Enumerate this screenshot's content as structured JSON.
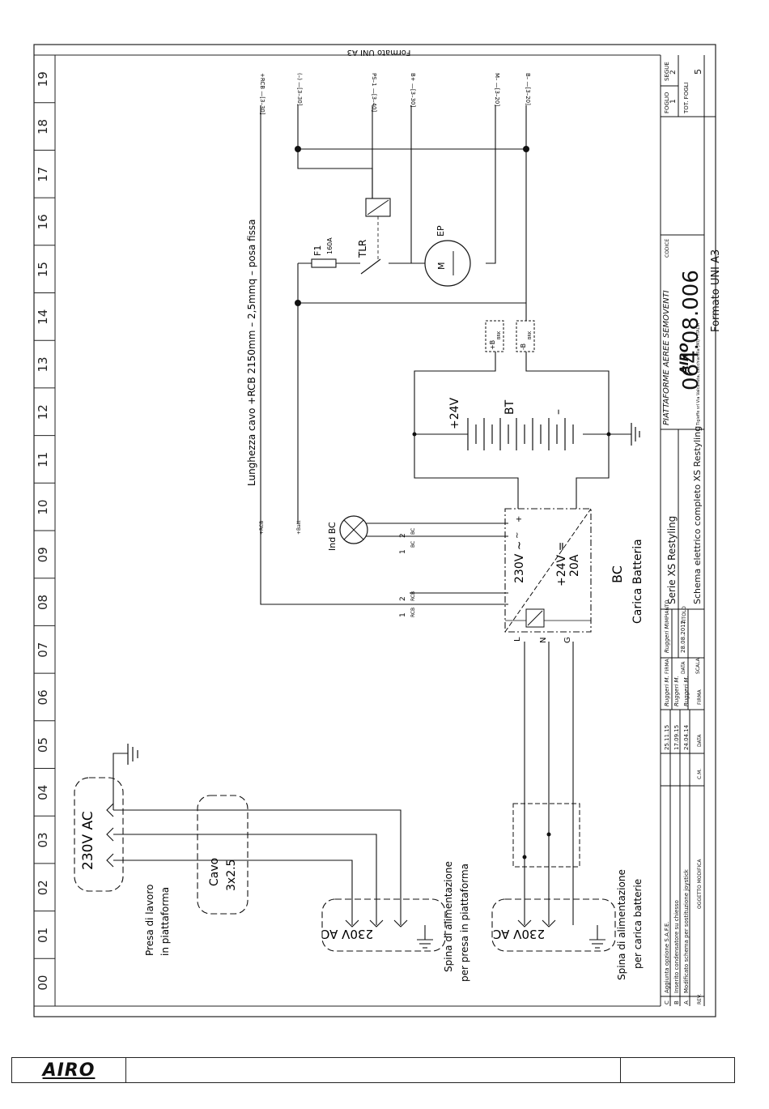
{
  "header": {
    "format_top": "Formato UNI A3"
  },
  "grid": {
    "numbers": [
      "19",
      "18",
      "17",
      "16",
      "15",
      "14",
      "13",
      "12",
      "11",
      "10",
      "09",
      "08",
      "07",
      "06",
      "05",
      "04",
      "03",
      "02",
      "01",
      "00"
    ]
  },
  "terminals": {
    "rcb": "+RCB —[3–30]",
    "neg": "(–) —[3–30]",
    "ps": "PS–1 —[3–40]",
    "bplus": "B+ —[3–30]",
    "mminus": "M– —[3–20]",
    "bminus": "B– —[3–20]"
  },
  "cable_note": "Lunghezza cavo +RCB 2150mm – 2,5mmq – posa fissa",
  "components": {
    "fuse": "F1",
    "fuse_rating": "160A",
    "tlr": "TLR",
    "ep": "EP",
    "motor": "M",
    "batt_plus": "+B",
    "batt_minus": "-B",
    "brk": "BRK",
    "battery_voltage": "+24V",
    "battery": "BT",
    "battery_minus": "–",
    "charger_in": "230V ~",
    "charger_out": "+24V =",
    "charger_amp": "20A",
    "charger_plus": "+",
    "charger_tilde": "~",
    "charger_gnd": "⏚",
    "charger": "BC",
    "charger_desc": "Carica Batteria",
    "ind": "Ind BC",
    "wire_rcb": "+RCB",
    "wire_batt": "+Batt",
    "pin1": "1",
    "pin2": "2",
    "bc": "BC",
    "rcb": "RCB",
    "L": "L",
    "N": "N",
    "G": "G"
  },
  "sources": {
    "vac_top": "230V AC",
    "presa_line1": "Presa di lavoro",
    "presa_line2": "in piattaforma",
    "cavo_line1": "Cavo",
    "cavo_line2": "3x2.5",
    "plug_label": "230V AC",
    "spina1_line1": "Spina di alimentazione",
    "spina1_line2": "per presa in piattaforma",
    "spina2_line1": "Spina di alimentazione",
    "spina2_line2": "per carica batterie"
  },
  "revisions": [
    {
      "rev": "C",
      "desc": "Aggiunta opzione S.A.F.E.",
      "date": "25.11.15",
      "firma": "Ruggeri M."
    },
    {
      "rev": "B",
      "desc": "Inserito condensatore su chiesso",
      "date": "17.09.15",
      "firma": "Ruggeri M."
    },
    {
      "rev": "A",
      "desc": "Modificato schema per sostituzione joystick",
      "date": "24.04.14",
      "firma": "Ruggeri M."
    }
  ],
  "rev_headers": {
    "rev": "REV.",
    "desc": "OGGETTO MODIFICA",
    "cm": "C.M.",
    "data": "DATA",
    "firma": "FIRMA"
  },
  "title_block": {
    "firma_label": "FIRMA",
    "firma": "Ruggeri M.",
    "data_label": "DATA",
    "data": "28.08.2012",
    "scala_label": "SCALA",
    "impianto_label": "IMPIANTO",
    "impianto": "Serie XS Restyling",
    "titolo_label": "TITOLO",
    "titolo": "Schema elettrico completo XS Restyling",
    "company": "PIATTAFORME AEREE SEMOVENTI",
    "logo": "AIRO",
    "address": "Tigieffe srl Via Valcanuta, Lacchiarella (MI) - ITALIA",
    "codice_label": "CODICE",
    "codice": "064.08.006",
    "foglio_label": "FOGLIO",
    "foglio": "1",
    "seguie_label": "SEGUE",
    "seguie": "2",
    "tot_label": "TOT. FOGLI",
    "tot": "5",
    "format_bottom": "Formato UNI A3"
  },
  "footer": {
    "logo": "AIRO"
  }
}
